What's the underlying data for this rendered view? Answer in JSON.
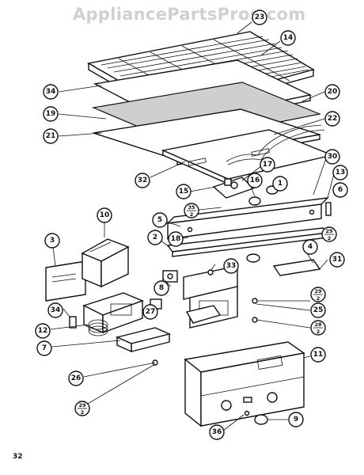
{
  "watermark": "AppliancePartsPros.com",
  "page_number": "32",
  "callouts": {
    "c23": "23",
    "c14": "14",
    "c34a": "34",
    "c20": "20",
    "c19": "19",
    "c22": "22",
    "c21": "21",
    "c32": "32",
    "c17": "17",
    "c30": "30",
    "c13": "13",
    "c15": "15",
    "c16": "16",
    "c1": "1",
    "c6": "6",
    "c35": "35",
    "c10": "10",
    "c5": "5",
    "c18": "18",
    "c2": "2",
    "c3": "3",
    "c4": "4",
    "c33": "33",
    "c31": "31",
    "c8": "8",
    "c27": "27",
    "c25": "25",
    "c34b": "34",
    "c12": "12",
    "c7": "7",
    "c26": "26",
    "c11": "11",
    "c9": "9",
    "c36": "36",
    "f35": {
      "num": "35",
      "den": "2"
    },
    "f29a": {
      "num": "29",
      "den": "2"
    },
    "f28": {
      "num": "28",
      "den": "2"
    },
    "f29b": {
      "num": "29",
      "den": "2"
    },
    "f29c": {
      "num": "29",
      "den": "2"
    }
  }
}
